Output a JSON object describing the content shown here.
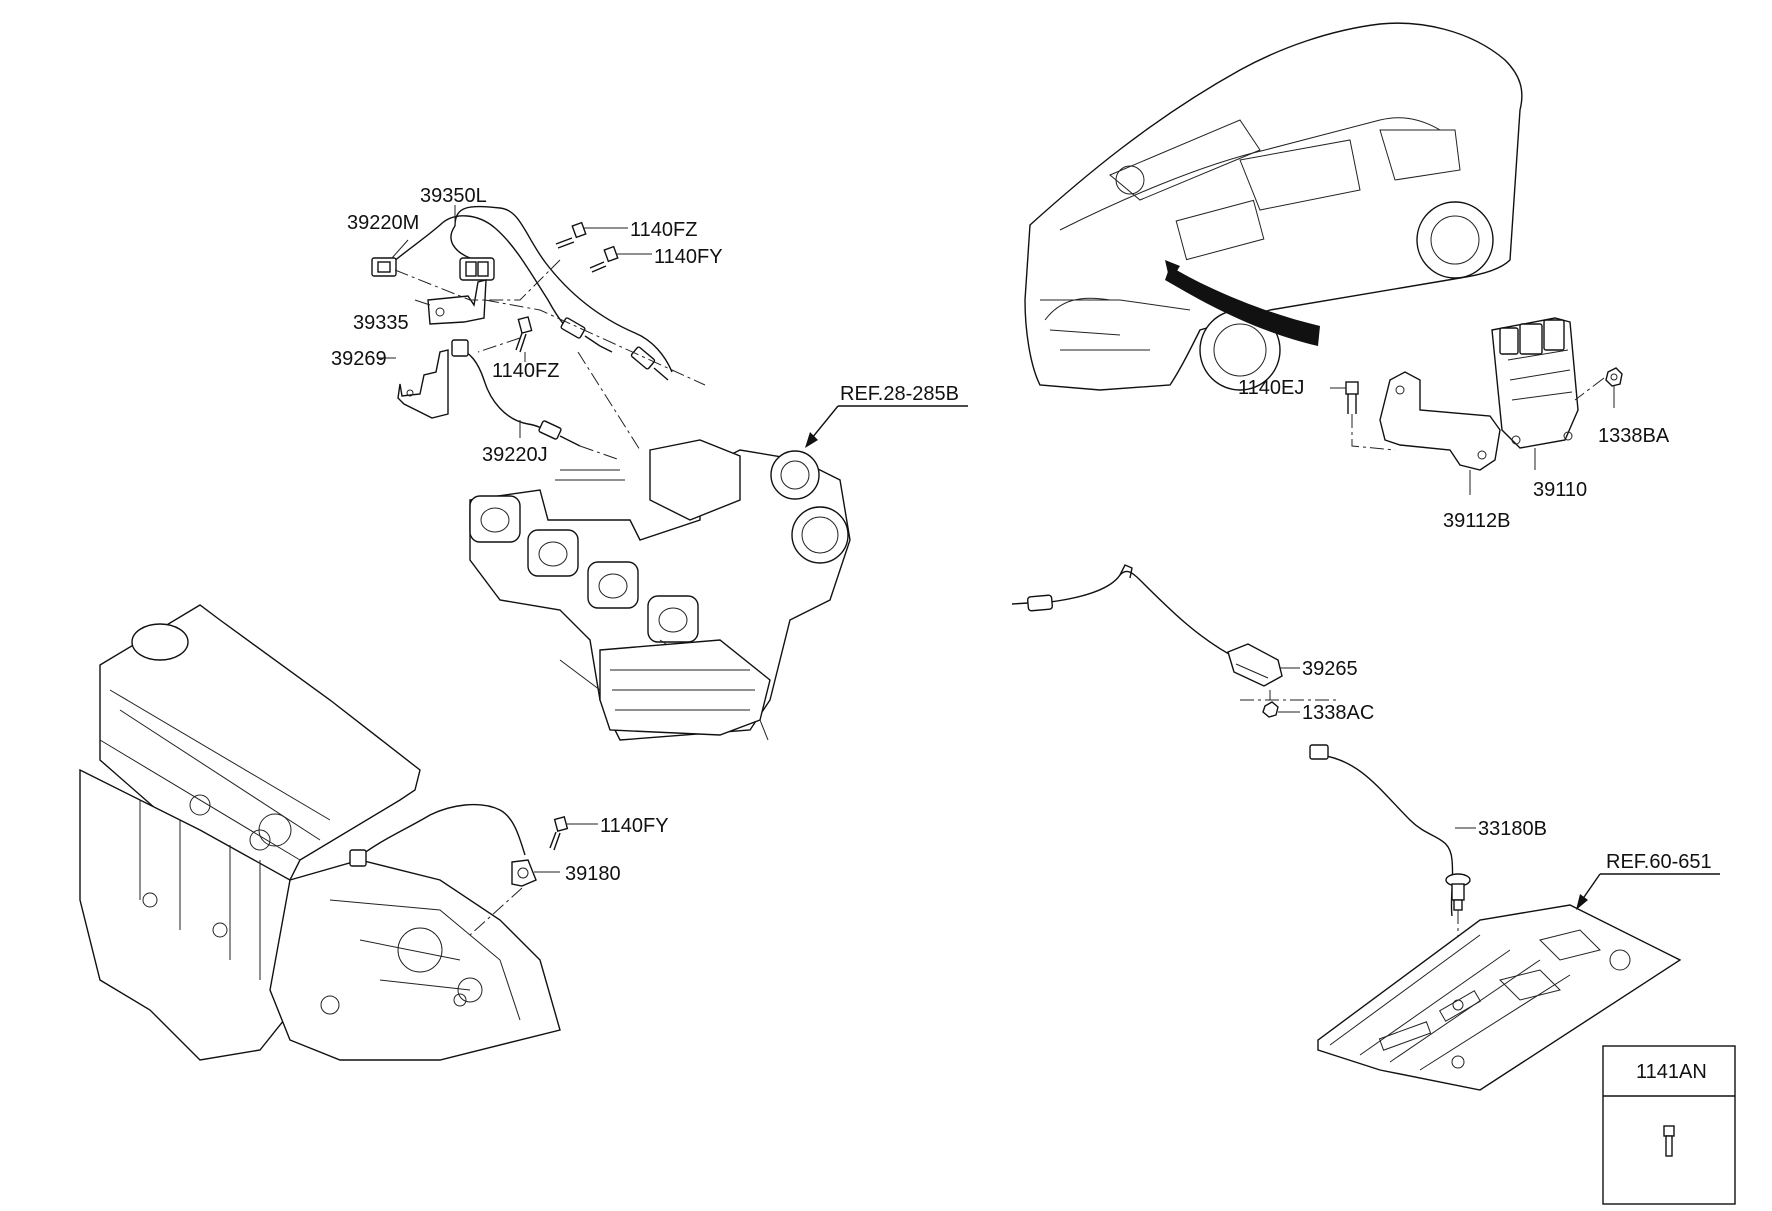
{
  "labels": {
    "p39350L": "39350L",
    "p39220M": "39220M",
    "p1140FZ_top": "1140FZ",
    "p1140FY_top": "1140FY",
    "p39335": "39335",
    "p39269": "39269",
    "p1140FZ_mid": "1140FZ",
    "p39220J": "39220J",
    "ref28": "REF.28-285B",
    "p1140EJ": "1140EJ",
    "p1338BA": "1338BA",
    "p39110": "39110",
    "p39112B": "39112B",
    "p39265": "39265",
    "p1338AC": "1338AC",
    "p33180B": "33180B",
    "ref60": "REF.60-651",
    "p1140FY_low": "1140FY",
    "p39180": "39180",
    "p1141AN": "1141AN"
  }
}
